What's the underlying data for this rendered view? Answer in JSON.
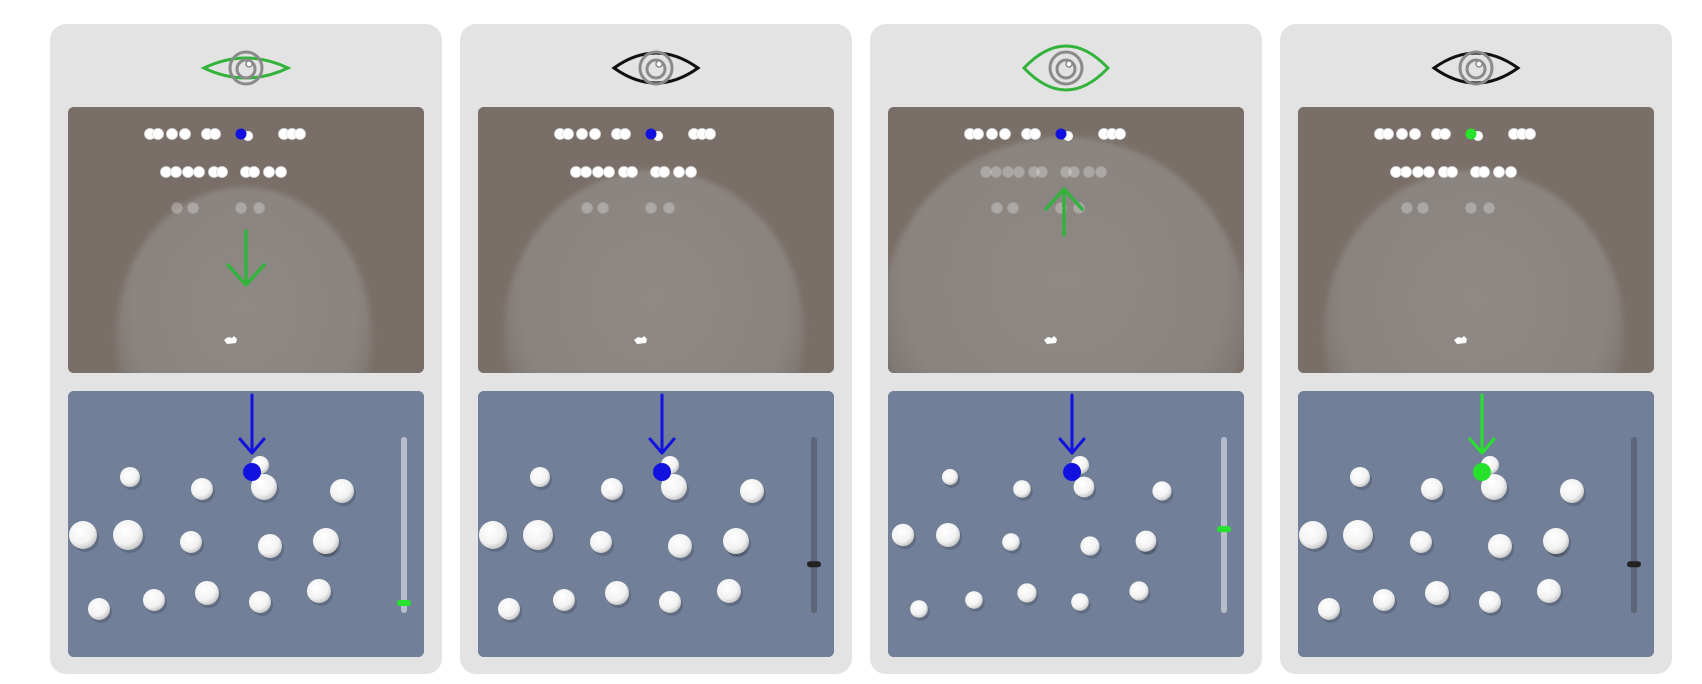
{
  "colors": {
    "green": "#33b23c",
    "bright_green": "#27e22c",
    "black": "#111111",
    "blue": "#1212e0",
    "panel_bg": "#e3e3e3",
    "top_scene_bg": "#7a6f68",
    "bottom_scene_bg": "#717f99",
    "ball_white": "#ffffff"
  },
  "panels": [
    {
      "eye_icon": "eye-icon",
      "eye_color": "green",
      "eye_open": "narrow",
      "target_color": "blue",
      "top_arrow": "down-arrow",
      "bottom_arrow_color": "blue",
      "slider_level": 0.0,
      "slider_knob_color": "green"
    },
    {
      "eye_icon": "eye-icon",
      "eye_color": "black",
      "eye_open": "normal",
      "target_color": "blue",
      "top_arrow": "none",
      "bottom_arrow_color": "blue",
      "slider_level": 0.22,
      "slider_knob_color": "black"
    },
    {
      "eye_icon": "eye-icon",
      "eye_color": "green",
      "eye_open": "wide",
      "target_color": "blue",
      "top_arrow": "up-arrow",
      "bottom_arrow_color": "blue",
      "slider_level": 0.42,
      "slider_knob_color": "green"
    },
    {
      "eye_icon": "eye-icon",
      "eye_color": "black",
      "eye_open": "normal",
      "target_color": "bright_green",
      "top_arrow": "none",
      "bottom_arrow_color": "bright_green",
      "slider_level": 0.22,
      "slider_knob_color": "black"
    }
  ]
}
